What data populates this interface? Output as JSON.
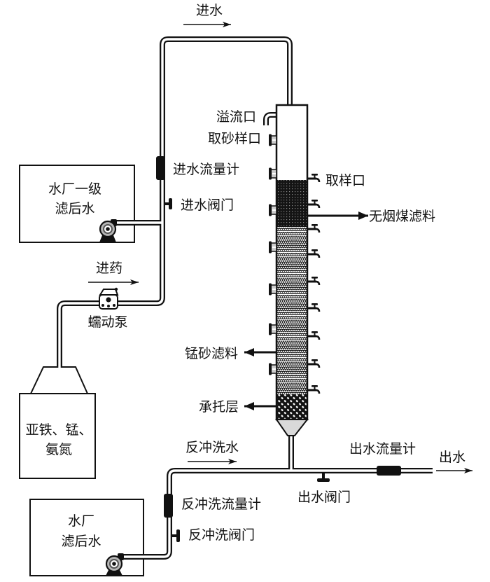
{
  "flows": {
    "inlet": "进水",
    "dosing": "进药",
    "backwash": "反冲洗水",
    "outlet": "出水"
  },
  "sources": {
    "primary_filtered_water": {
      "line1": "水厂一级",
      "line2": "滤后水"
    },
    "chemical_tank": {
      "line1": "亚铁、锰、",
      "line2": "氨氮"
    },
    "plant_filtered_water": {
      "line1": "水厂",
      "line2": "滤后水"
    }
  },
  "equipment": {
    "peristaltic_pump": "蠕动泵",
    "inlet_flowmeter": "进水流量计",
    "inlet_valve": "进水阀门",
    "backwash_flowmeter": "反冲洗流量计",
    "backwash_valve": "反冲洗阀门",
    "outlet_flowmeter": "出水流量计",
    "outlet_valve": "出水阀门"
  },
  "column": {
    "overflow_label": "溢流口",
    "sand_sampling_port_label": "取砂样口",
    "sampling_port_label": "取样口",
    "layers": {
      "anthracite": "无烟煤滤料",
      "manganese_sand": "锰砂滤料",
      "support": "承托层"
    },
    "side_port_count": 7,
    "sampling_tap_count": 9
  },
  "colors": {
    "line": "#111111",
    "background": "#ffffff",
    "cone_fill": "#d9d9d9",
    "pump_gray": "#b5b5b5"
  }
}
